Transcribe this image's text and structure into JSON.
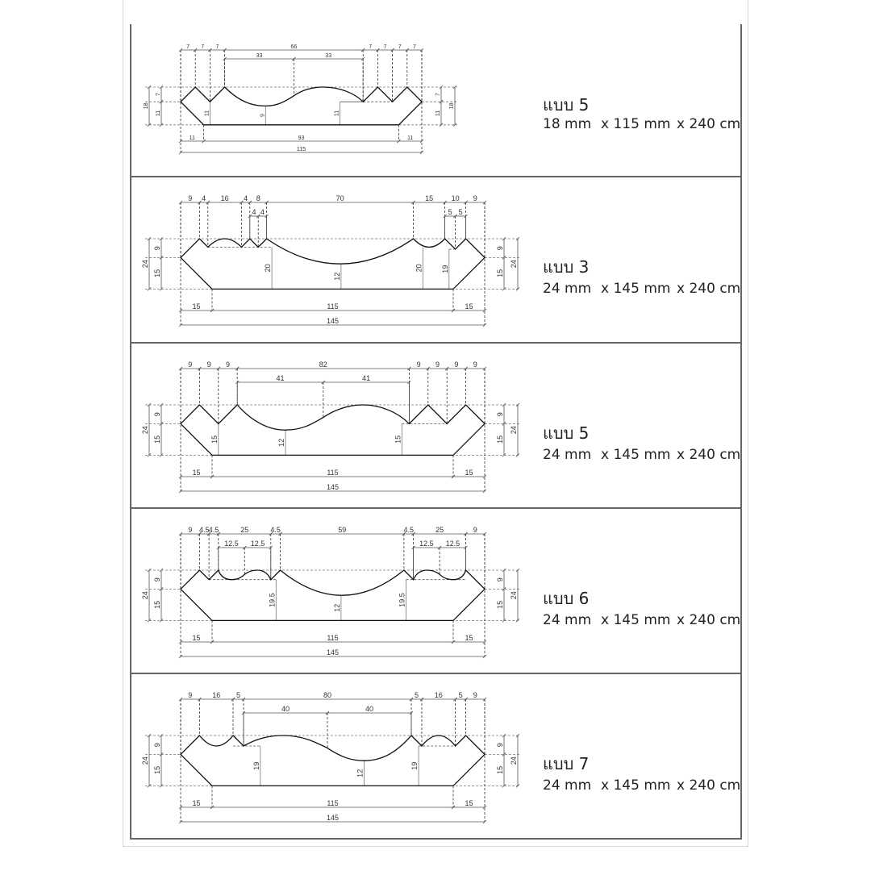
{
  "drawings": [
    {
      "title": "แบบ 5",
      "size": [
        "18 mm",
        "x 115 mm",
        "x 240 cm"
      ],
      "dims": {
        "top": [
          "7",
          "7",
          "7",
          "66",
          "7",
          "7",
          "7",
          "7"
        ],
        "sub": [
          "33",
          "33"
        ],
        "inner": [
          "11",
          "9",
          "11"
        ],
        "left": [
          "18",
          "7",
          "11"
        ],
        "right": [
          "7",
          "11",
          "18"
        ],
        "bottom": [
          "11",
          "93",
          "11"
        ],
        "total": "115"
      }
    },
    {
      "title": "แบบ 3",
      "size": [
        "24 mm",
        "x 145 mm",
        "x 240 cm"
      ],
      "dims": {
        "top": [
          "9",
          "4",
          "16",
          "4",
          "8",
          "70",
          "15",
          "10",
          "9"
        ],
        "sub": [
          "4",
          "4",
          "5",
          "5"
        ],
        "inner": [
          "20",
          "12",
          "20",
          "19"
        ],
        "left": [
          "24",
          "9",
          "15"
        ],
        "right": [
          "9",
          "15",
          "24"
        ],
        "bottom": [
          "15",
          "115",
          "15"
        ],
        "total": "145"
      }
    },
    {
      "title": "แบบ 5",
      "size": [
        "24 mm",
        "x 145 mm",
        "x 240 cm"
      ],
      "dims": {
        "top": [
          "9",
          "9",
          "9",
          "82",
          "9",
          "9",
          "9",
          "9"
        ],
        "sub": [
          "41",
          "41"
        ],
        "inner": [
          "15",
          "12",
          "15"
        ],
        "left": [
          "24",
          "9",
          "15"
        ],
        "right": [
          "9",
          "15",
          "24"
        ],
        "bottom": [
          "15",
          "115",
          "15"
        ],
        "total": "145"
      }
    },
    {
      "title": "แบบ 6",
      "size": [
        "24 mm",
        "x 145 mm",
        "x 240 cm"
      ],
      "dims": {
        "top": [
          "9",
          "4.5",
          "4.5",
          "25",
          "4.5",
          "59",
          "4.5",
          "25",
          "9"
        ],
        "sub": [
          "12.5",
          "12.5",
          "12.5",
          "12.5"
        ],
        "inner": [
          "19.5",
          "12",
          "19.5"
        ],
        "left": [
          "24",
          "9",
          "15"
        ],
        "right": [
          "9",
          "15",
          "24"
        ],
        "bottom": [
          "15",
          "115",
          "15"
        ],
        "total": "145"
      }
    },
    {
      "title": "แบบ 7",
      "size": [
        "24 mm",
        "x 145 mm",
        "x 240 cm"
      ],
      "dims": {
        "top": [
          "9",
          "16",
          "5",
          "80",
          "5",
          "16",
          "5",
          "9"
        ],
        "sub": [
          "40",
          "40"
        ],
        "inner": [
          "19",
          "12",
          "19"
        ],
        "left": [
          "24",
          "9",
          "15"
        ],
        "right": [
          "9",
          "15",
          "24"
        ],
        "bottom": [
          "15",
          "115",
          "15"
        ],
        "total": "145"
      }
    }
  ]
}
